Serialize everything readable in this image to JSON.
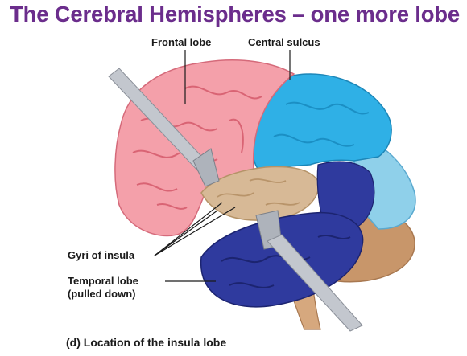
{
  "title": "The Cerebral Hemispheres – one more lobe",
  "labels": {
    "frontal_lobe": "Frontal lobe",
    "central_sulcus": "Central sulcus",
    "gyri_prefix": "Gyri of ",
    "gyri_bold": "insula",
    "temporal_line1": "Temporal lobe",
    "temporal_line2": "(pulled down)"
  },
  "caption": "(d) Location of the insula lobe",
  "colors": {
    "title": "#6b2d8c",
    "frontal": "#f4a0aa",
    "frontal_dark": "#e0707e",
    "parietal": "#2fb0e6",
    "occipital": "#8fd0ea",
    "temporal": "#2f3a9e",
    "insula": "#d7b996",
    "cerebellum": "#c8966a",
    "retractor": "#b8bcc4"
  }
}
